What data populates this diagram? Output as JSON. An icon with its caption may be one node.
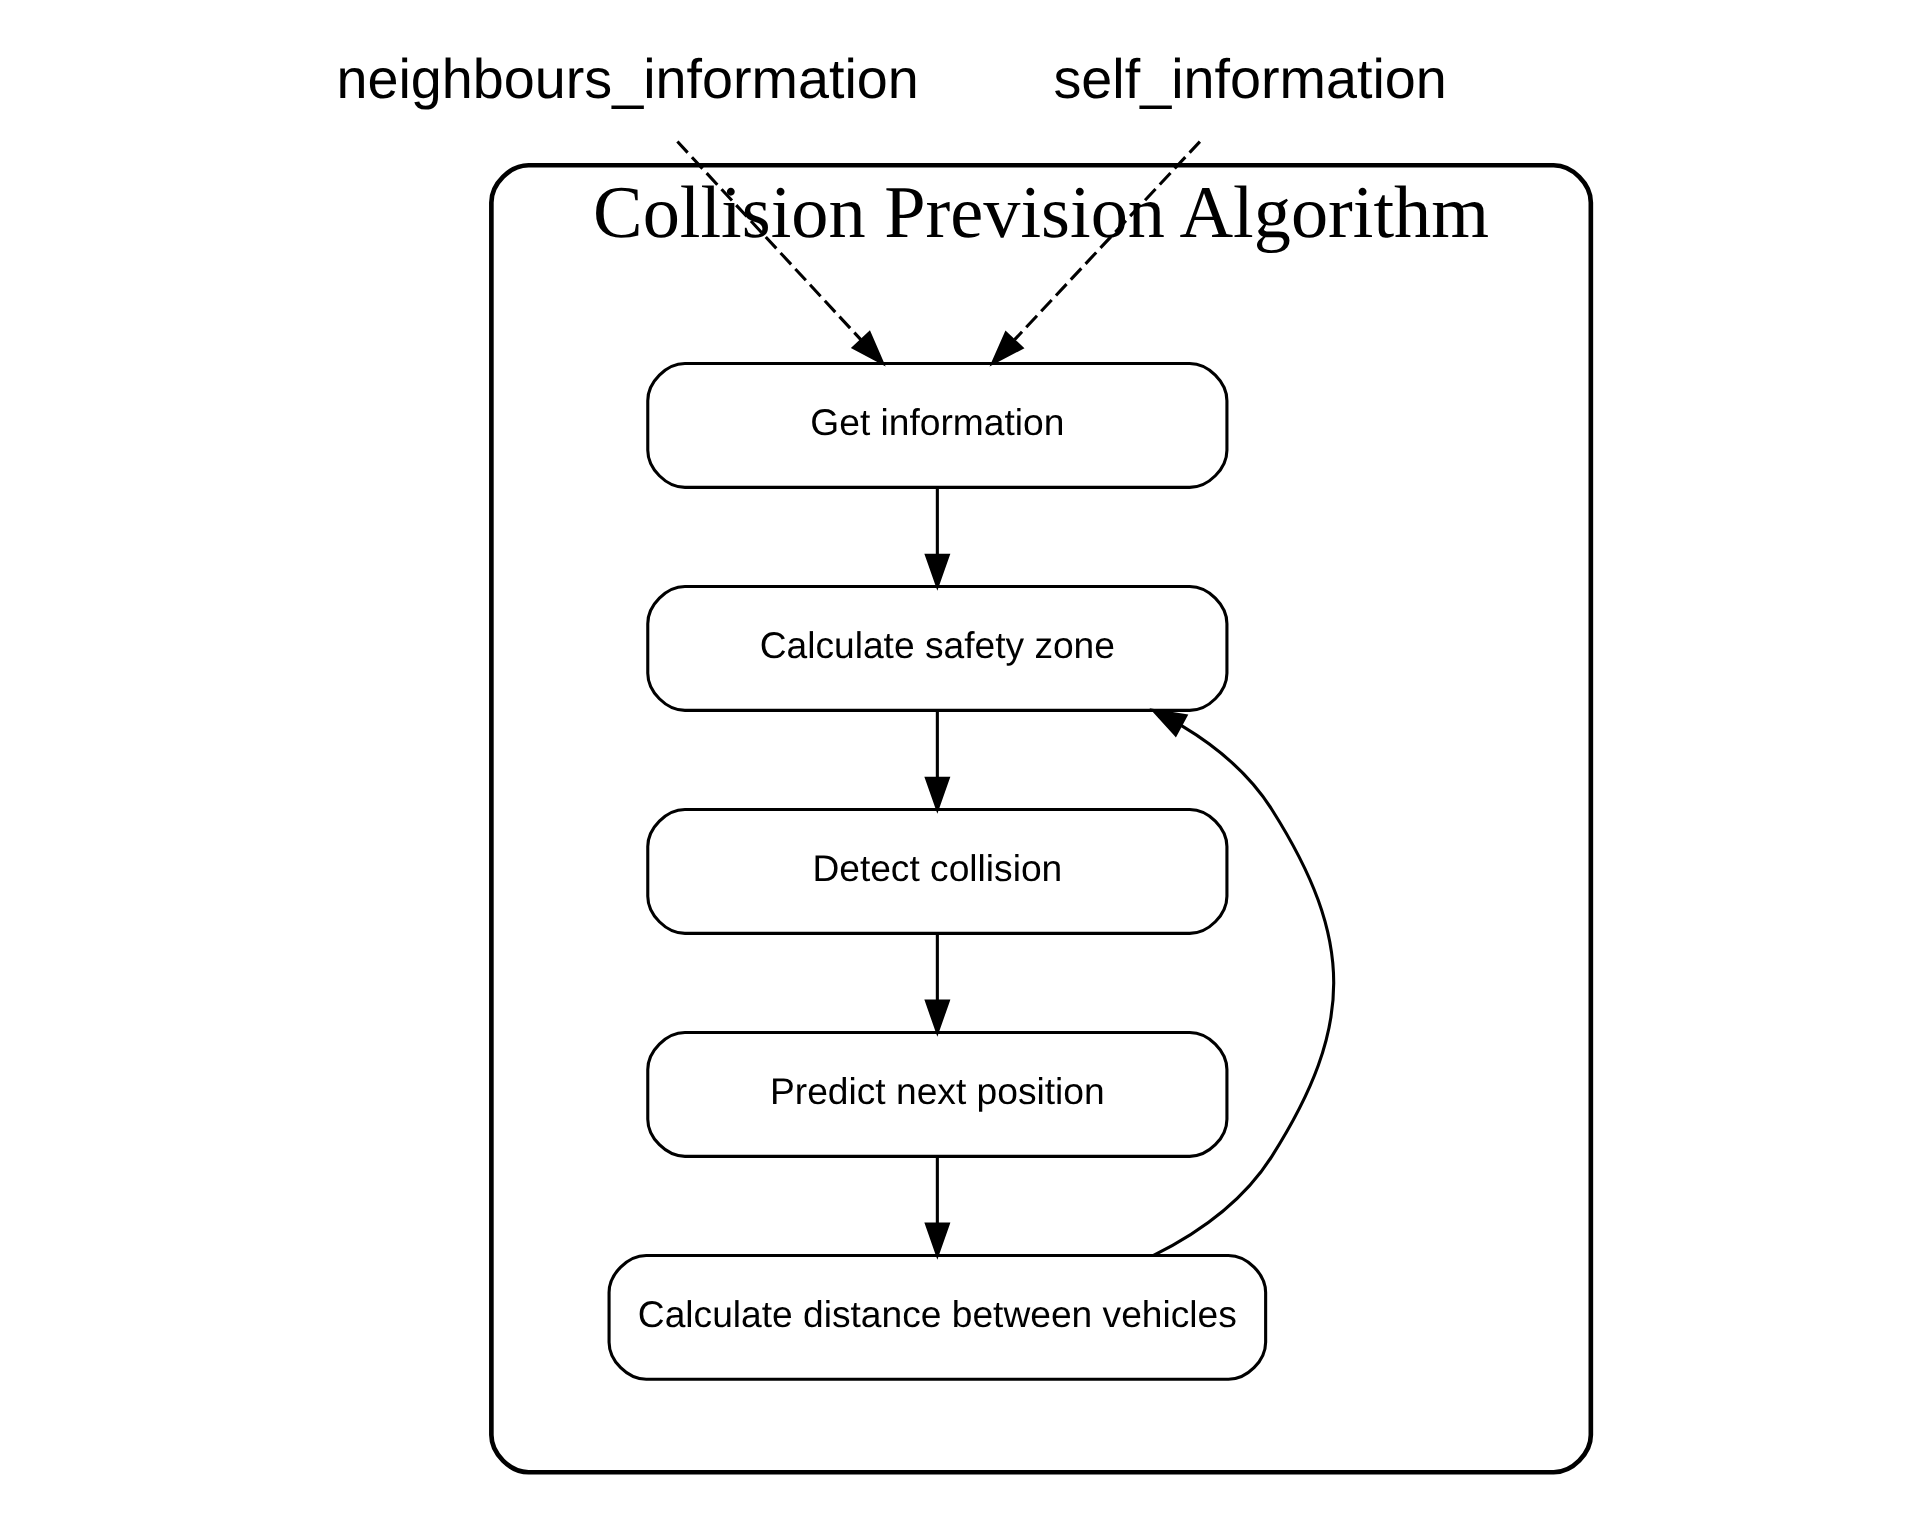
{
  "diagram": {
    "nodes": [
      {
        "text": [
          "Collision Prevision Algorithm"
        ]
      },
      {
        "text": [
          "neighbours_information"
        ]
      },
      {
        "text": [
          "self_information"
        ]
      },
      {
        "text": [
          "Get information"
        ],
        "in": 0
      },
      {
        "text": [
          "Calculate safety zone"
        ],
        "in": 0
      },
      {
        "text": [
          "Detect collision"
        ],
        "in": 0
      },
      {
        "text": [
          "Predict next position"
        ],
        "in": 0
      },
      {
        "text": [
          "Calculate distance between vehicles"
        ],
        "in": 0
      }
    ],
    "edges": [
      {
        "from": 1,
        "to": 3,
        "arrow": "to",
        "style": "dashed"
      },
      {
        "from": 2,
        "to": 3,
        "arrow": "to",
        "style": "dashed"
      },
      {
        "from": 3,
        "to": 4,
        "arrow": "to"
      },
      {
        "from": 4,
        "to": 5,
        "arrow": "to"
      },
      {
        "from": 5,
        "to": 6,
        "arrow": "to"
      },
      {
        "from": 6,
        "to": 7,
        "arrow": "to"
      },
      {
        "from": 7,
        "to": 4,
        "arrow": "to"
      }
    ]
  }
}
